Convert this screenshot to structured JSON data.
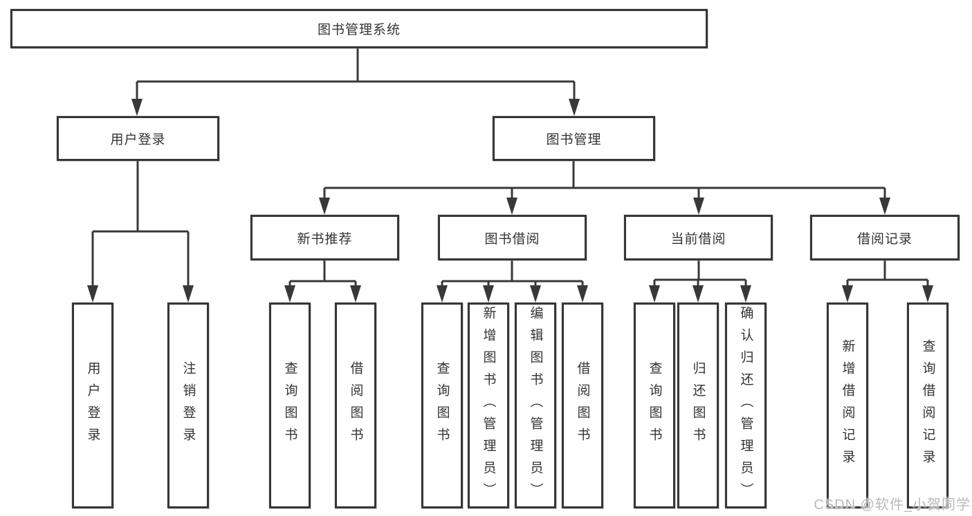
{
  "tree": {
    "root": "图书管理系统",
    "level2": [
      {
        "id": "user-login",
        "label": "用户登录"
      },
      {
        "id": "book-management",
        "label": "图书管理"
      }
    ],
    "level3": [
      {
        "id": "new-book-recommend",
        "label": "新书推荐"
      },
      {
        "id": "book-borrowing",
        "label": "图书借阅"
      },
      {
        "id": "current-borrowing",
        "label": "当前借阅"
      },
      {
        "id": "borrow-records",
        "label": "借阅记录"
      }
    ],
    "level4": {
      "user_login": [
        "用户登录",
        "注销登录"
      ],
      "new_book_recommend": [
        "查询图书",
        "借阅图书"
      ],
      "book_borrowing": [
        "查询图书",
        "新增图书（管理员）",
        "编辑图书（管理员）",
        "借阅图书"
      ],
      "current_borrowing": [
        "查询图书",
        "归还图书",
        "确认归还（管理员）"
      ],
      "borrow_records": [
        "新增借阅记录",
        "查询借阅记录"
      ]
    }
  },
  "watermark": "CSDN @软件_小贺同学",
  "colors": {
    "line": "#383838",
    "border": "#363636",
    "text": "#333333",
    "watermark": "#b9b9b9",
    "background": "#ffffff"
  }
}
